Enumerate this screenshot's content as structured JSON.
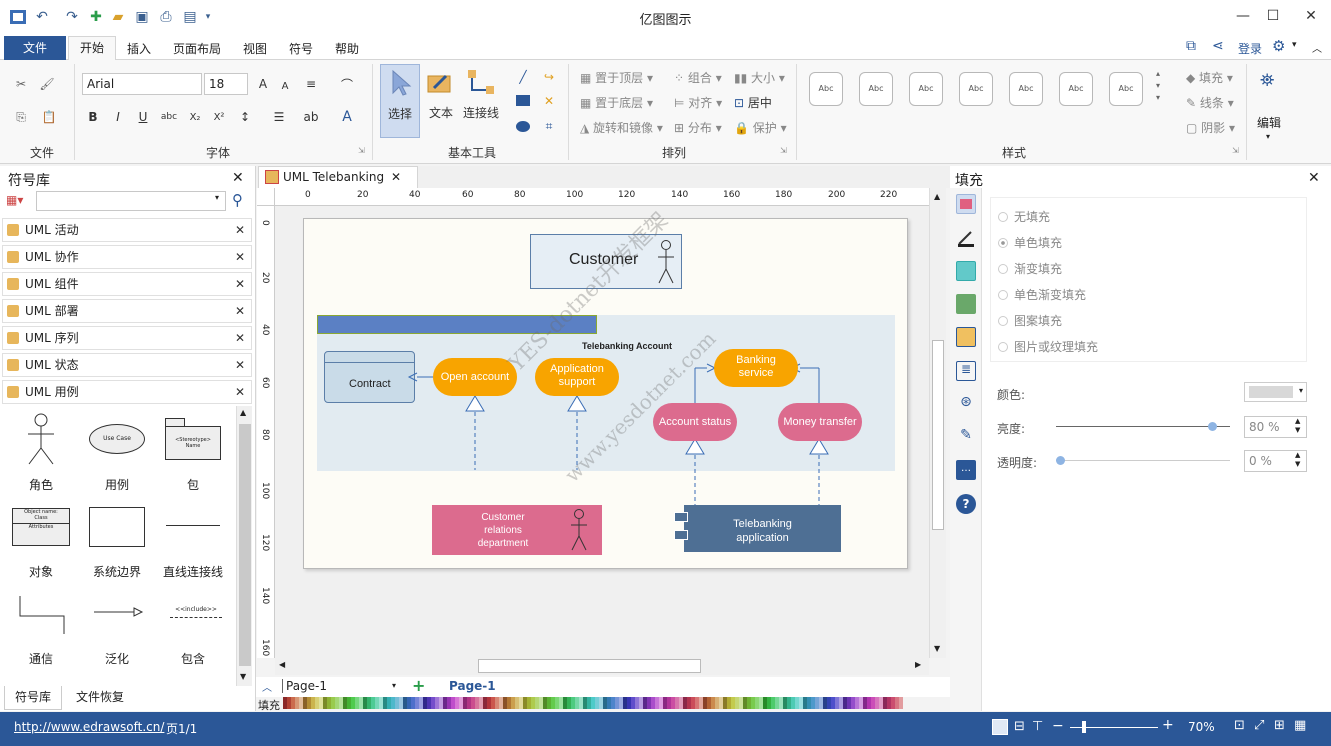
{
  "app": {
    "title": "亿图图示"
  },
  "menu": {
    "file": "文件",
    "items": [
      "开始",
      "插入",
      "页面布局",
      "视图",
      "符号",
      "帮助"
    ],
    "login": "登录"
  },
  "ribbon": {
    "groups": {
      "file": "文件",
      "font": "字体",
      "basic_tools": "基本工具",
      "arrange": "排列",
      "style": "样式"
    },
    "font_name": "Arial",
    "font_size": "18",
    "tools": {
      "select": "选择",
      "text": "文本",
      "connector": "连接线"
    },
    "arrange": {
      "bring_front": "置于顶层",
      "group": "组合",
      "size": "大小",
      "send_back": "置于底层",
      "align": "对齐",
      "center": "居中",
      "rotate": "旋转和镜像",
      "distribute": "分布",
      "protect": "保护"
    },
    "style_sample": "Abc",
    "fill_opts": {
      "fill": "填充",
      "line": "线条",
      "shadow": "阴影"
    },
    "edit": "编辑"
  },
  "library": {
    "title": "符号库",
    "items": [
      "UML 活动",
      "UML 协作",
      "UML 组件",
      "UML 部署",
      "UML 序列",
      "UML 状态",
      "UML 用例"
    ],
    "shapes": [
      {
        "label": "角色"
      },
      {
        "label": "用例"
      },
      {
        "label": "包"
      },
      {
        "label": "对象"
      },
      {
        "label": "系统边界"
      },
      {
        "label": "直线连接线"
      },
      {
        "label": "通信"
      },
      {
        "label": "泛化"
      },
      {
        "label": "包含"
      }
    ],
    "shape_inner": {
      "use_case": "Use Case",
      "pkg1": "<Stereotype>",
      "pkg2": "Name",
      "obj1": "Object name:",
      "obj2": "Class",
      "obj3": "Attributes",
      "include": "<<include>>"
    },
    "tabs": [
      "符号库",
      "文件恢复"
    ]
  },
  "document": {
    "tab": "UML Telebanking",
    "ruler_h": [
      "0",
      "20",
      "40",
      "60",
      "80",
      "100",
      "120",
      "140",
      "160",
      "180",
      "200",
      "220"
    ],
    "ruler_v": [
      "0",
      "20",
      "40",
      "60",
      "80",
      "100",
      "120",
      "140",
      "160"
    ],
    "page_select": "Page-1",
    "page_tab": "Page-1",
    "fill_label": "填充"
  },
  "diagram": {
    "customer": "Customer",
    "system_title": "Telebanking Account",
    "contract": "Contract",
    "open_account": "Open account",
    "app_support_1": "Application",
    "app_support_2": "support",
    "banking_1": "Banking",
    "banking_2": "service",
    "account_status": "Account status",
    "money_transfer": "Money transfer",
    "crd_1": "Customer",
    "crd_2": "relations",
    "crd_3": "department",
    "tba_1": "Telebanking",
    "tba_2": "application"
  },
  "watermark": {
    "line1": "YES-dotnet开发框架",
    "line2": "www.yesdotnet.com"
  },
  "fill_panel": {
    "title": "填充",
    "options": [
      "无填充",
      "单色填充",
      "渐变填充",
      "单色渐变填充",
      "图案填充",
      "图片或纹理填充"
    ],
    "color_label": "颜色:",
    "brightness_label": "亮度:",
    "brightness_value": "80 %",
    "transparency_label": "透明度:",
    "transparency_value": "0 %"
  },
  "status": {
    "url": "http://www.edrawsoft.cn/",
    "page": "页1/1",
    "zoom": "70%"
  }
}
